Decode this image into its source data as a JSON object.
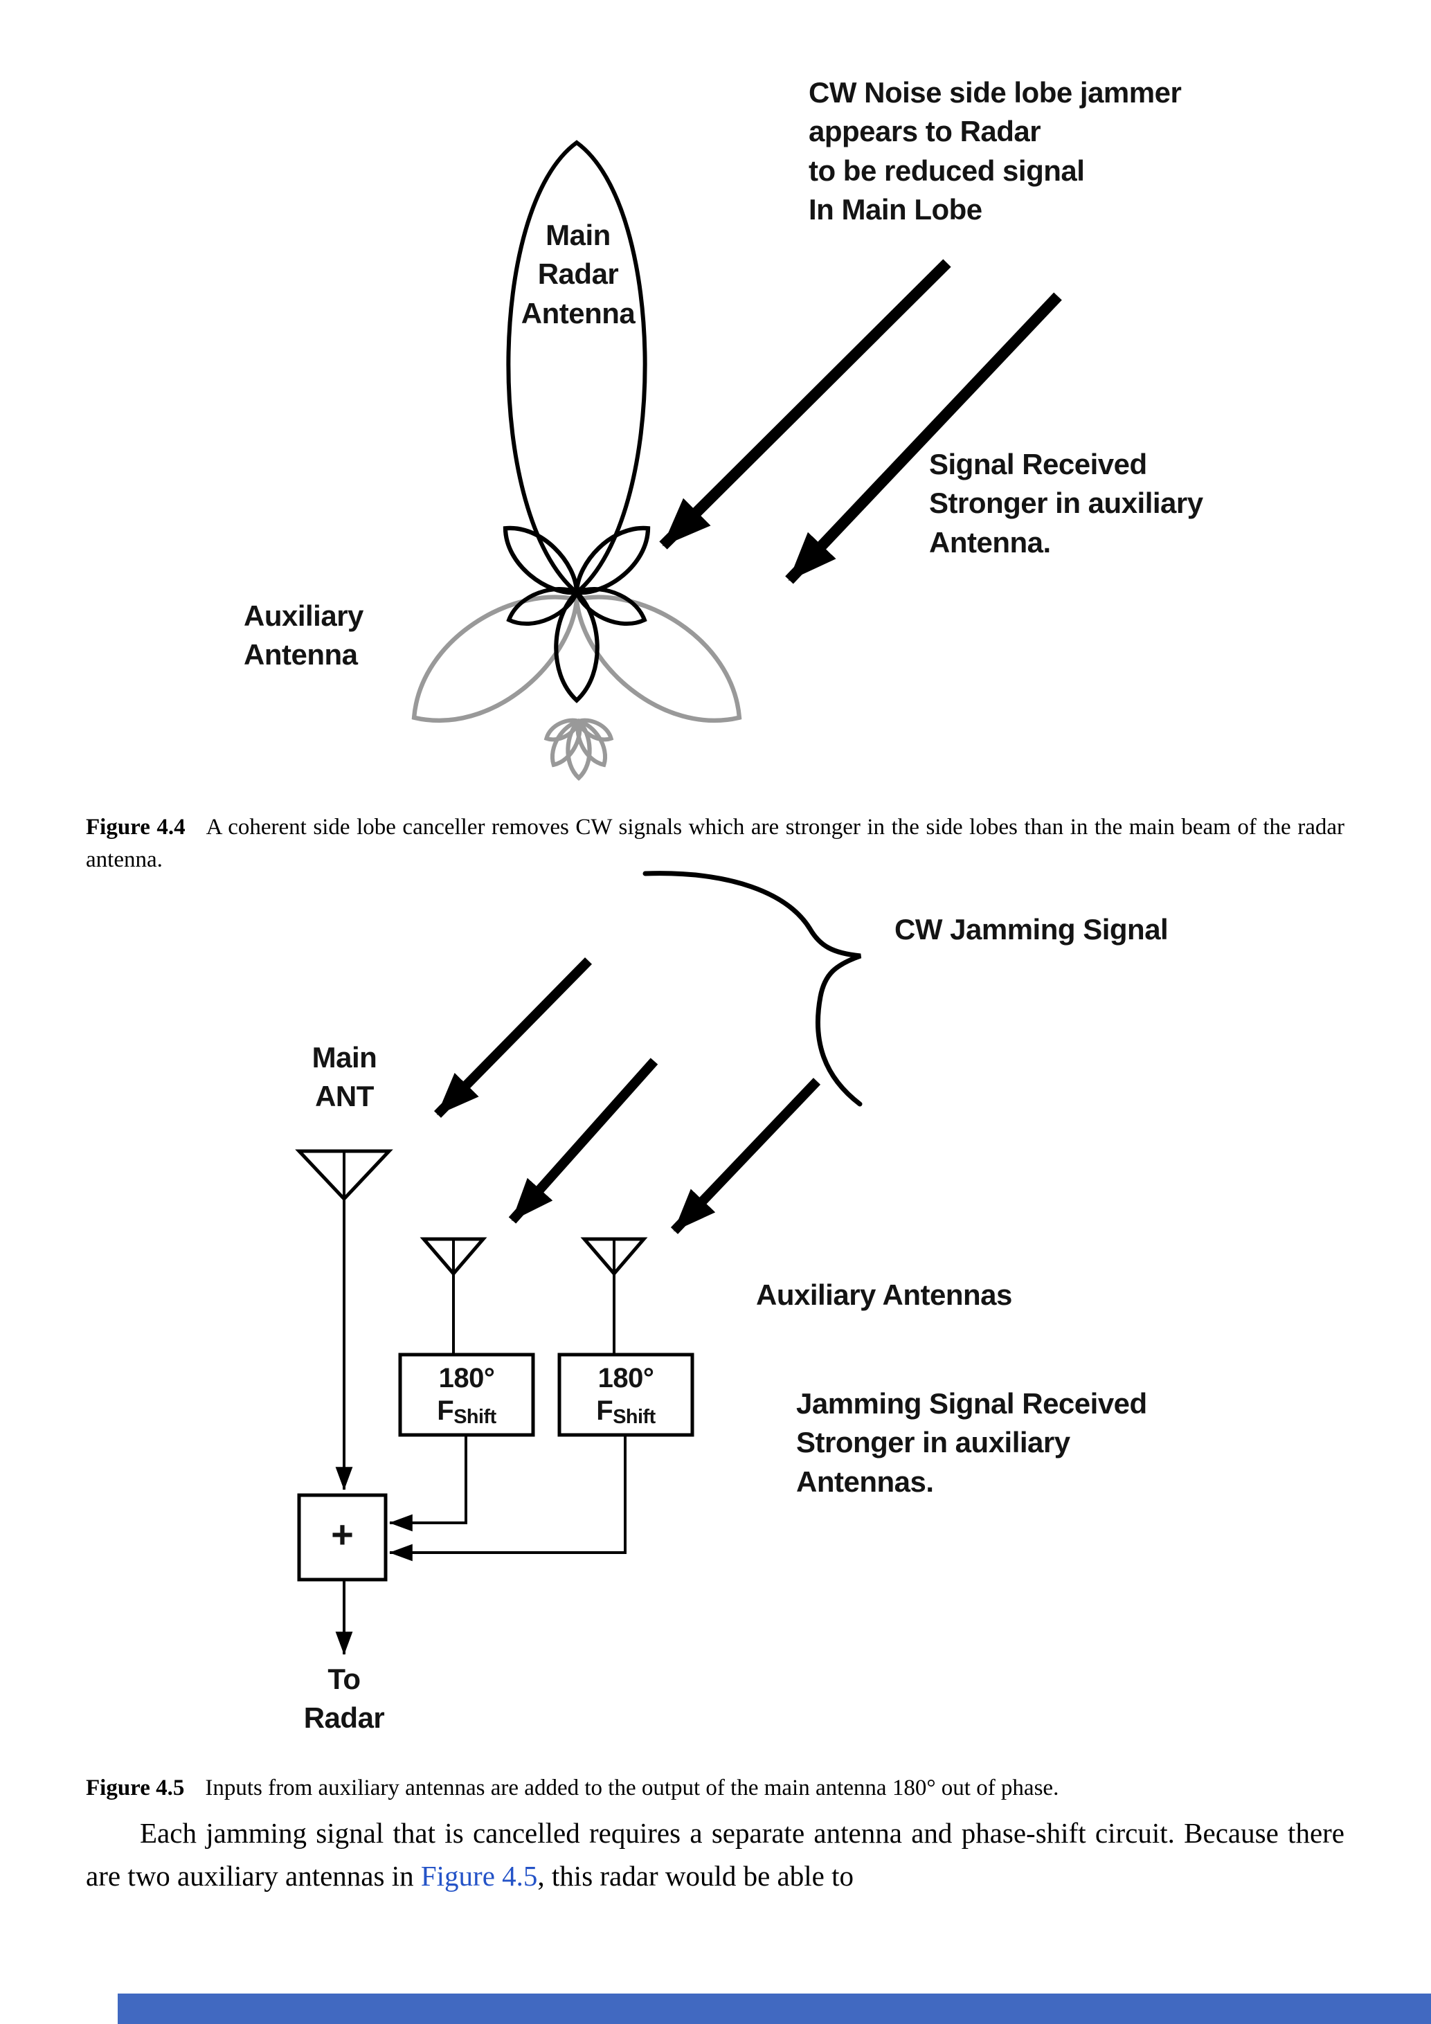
{
  "colors": {
    "text": "#000000",
    "aux_lobe_gray": "#999999",
    "link_blue": "#2453c7",
    "footer_bar_blue": "#4169c1",
    "background": "#ffffff"
  },
  "figure44": {
    "labels": {
      "main_antenna": "Main\nRadar\nAntenna",
      "jammer_note": "CW Noise side lobe jammer\nappears to Radar\nto be reduced signal\nIn Main Lobe",
      "signal_note": "Signal Received\nStronger in auxiliary\nAntenna.",
      "aux_antenna": "Auxiliary\nAntenna"
    },
    "caption_label": "Figure 4.4",
    "caption_text": "A coherent side lobe canceller removes CW signals which are stronger in the side lobes than in the main beam of the radar antenna."
  },
  "figure45": {
    "labels": {
      "cw_jamming": "CW Jamming Signal",
      "main_ant": "Main\nANT",
      "aux_antennas": "Auxiliary Antennas",
      "jamming_received": "Jamming Signal Received\nStronger in auxiliary\nAntennas.",
      "phase_deg": "180°",
      "f_label": "F",
      "f_sub": "Shift",
      "sum_symbol": "+",
      "to_radar": "To\nRadar"
    },
    "caption_label": "Figure 4.5",
    "caption_text": "Inputs from auxiliary antennas are added to the output of the main antenna 180° out of phase."
  },
  "body": {
    "para_before_link": "Each jamming signal that is cancelled requires a separate antenna and phase-shift circuit. Because there are two auxiliary antennas in ",
    "link_text": "Figure 4.5",
    "para_after_link": ", this radar would be able to"
  }
}
